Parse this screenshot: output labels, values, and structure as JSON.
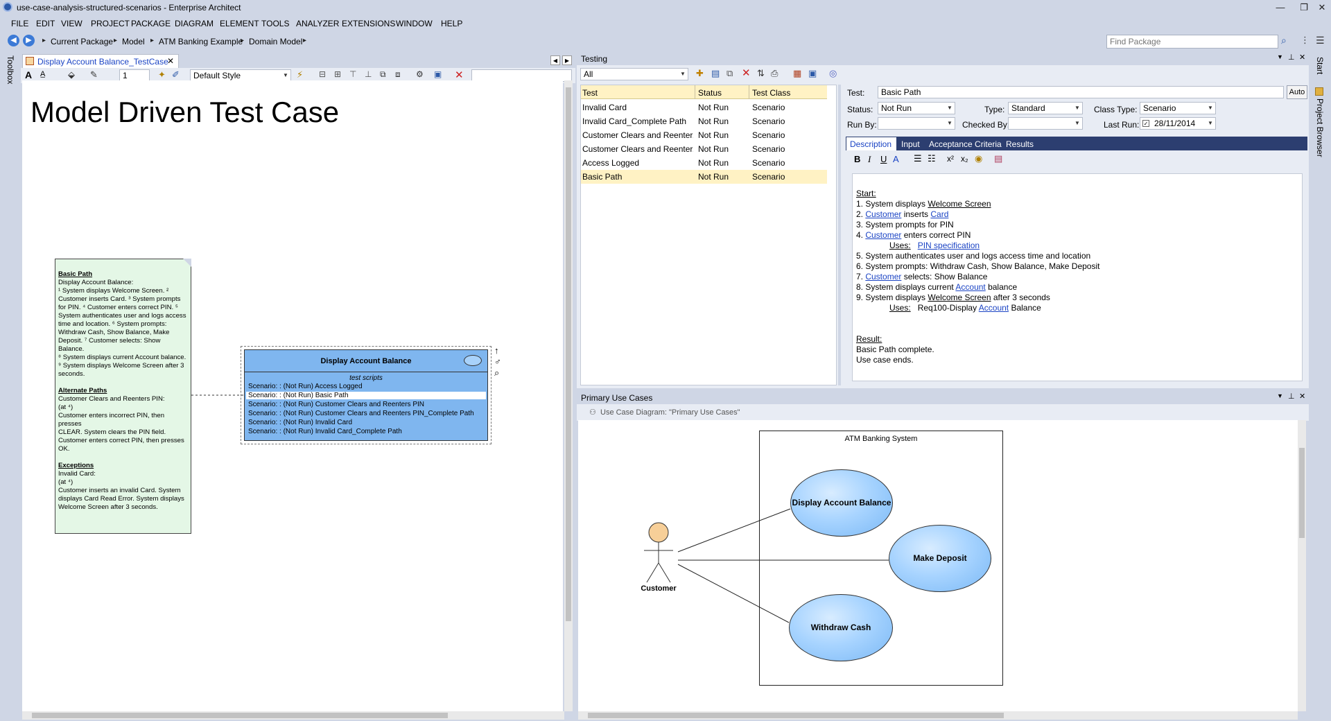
{
  "window": {
    "title": "use-case-analysis-structured-scenarios - Enterprise Architect",
    "minimize_glyph": "—",
    "restore_glyph": "❐",
    "close_glyph": "✕"
  },
  "menu": [
    "FILE",
    "EDIT",
    "VIEW",
    "PROJECT",
    "PACKAGE",
    "DIAGRAM",
    "ELEMENT",
    "TOOLS",
    "ANALYZER",
    "EXTENSIONS",
    "WINDOW",
    "HELP"
  ],
  "breadcrumb": [
    "Current Package",
    "Model",
    "ATM Banking Example",
    "Domain Model"
  ],
  "find_package": {
    "placeholder": "Find Package"
  },
  "side": {
    "toolbox": "Toolbox",
    "start": "Start",
    "project_browser": "Project Browser"
  },
  "diagram": {
    "tab_label": "Display Account Balance_TestCase",
    "zoom_value": "1",
    "style_value": "Default Style",
    "title": "Model Driven Test Case",
    "note": {
      "basic_heading": "Basic Path",
      "basic_text": [
        "Display Account Balance:",
        "¹ System displays Welcome Screen. ²",
        "Customer inserts Card. ³ System prompts",
        "for PIN. ⁴ Customer enters correct PIN. ⁵",
        "System authenticates user and logs access",
        "time and location. ⁶ System prompts:",
        "Withdraw Cash, Show Balance, Make",
        "Deposit. ⁷ Customer selects: Show Balance.",
        "⁸ System displays current Account balance.",
        "⁹ System displays Welcome Screen after 3",
        "seconds."
      ],
      "alternate_heading": "Alternate Paths",
      "alternate_text": [
        "Customer Clears and Reenters PIN:",
        "(at ⁴)",
        "Customer enters incorrect PIN, then presses",
        "CLEAR. System clears the PIN field.",
        "Customer enters correct PIN, then presses",
        "OK."
      ],
      "exceptions_heading": "Exceptions",
      "exceptions_text": [
        "Invalid Card:",
        "(at ⁴)",
        "Customer inserts an invalid Card. System",
        "displays Card Read Error. System displays",
        "Welcome Screen after 3 seconds."
      ]
    },
    "testcase": {
      "name": "Display Account Balance",
      "compartment": "test scripts",
      "scenarios": [
        "Scenario: : (Not Run) Access Logged",
        "Scenario: : (Not Run) Basic Path",
        "Scenario: : (Not Run) Customer Clears and Reenters PIN",
        "Scenario: : (Not Run) Customer Clears and Reenters PIN_Complete Path",
        "Scenario: : (Not Run) Invalid Card",
        "Scenario: : (Not Run) Invalid Card_Complete Path"
      ]
    }
  },
  "testing": {
    "title": "Testing",
    "filter": "All",
    "columns": [
      "Test",
      "Status",
      "Test Class"
    ],
    "rows": [
      [
        "Invalid Card",
        "Not Run",
        "Scenario"
      ],
      [
        "Invalid Card_Complete Path",
        "Not Run",
        "Scenario"
      ],
      [
        "Customer Clears and Reenter...",
        "Not Run",
        "Scenario"
      ],
      [
        "Customer Clears and Reenter...",
        "Not Run",
        "Scenario"
      ],
      [
        "Access Logged",
        "Not Run",
        "Scenario"
      ],
      [
        "Basic Path",
        "Not Run",
        "Scenario"
      ]
    ],
    "form": {
      "test_label": "Test:",
      "test_value": "Basic Path",
      "auto_label": "Auto",
      "status_label": "Status:",
      "status_value": "Not Run",
      "type_label": "Type:",
      "type_value": "Standard",
      "class_type_label": "Class Type:",
      "class_type_value": "Scenario",
      "run_by_label": "Run By:",
      "run_by_value": "",
      "checked_by_label": "Checked By:",
      "checked_by_value": "",
      "last_run_label": "Last Run:",
      "last_run_value": "28/11/2014"
    },
    "tabs": [
      "Description",
      "Input",
      "Acceptance Criteria",
      "Results"
    ],
    "description": {
      "start": "Start:",
      "l1a": "1. System displays ",
      "l1b": "Welcome Screen",
      "l2a": "2. ",
      "l2b": "Customer",
      "l2c": " inserts ",
      "l2d": "Card",
      "l3": "3. System prompts for PIN",
      "l4a": "4. ",
      "l4b": "Customer",
      "l4c": " enters correct PIN",
      "uses1a": "Uses:",
      "uses1b": "PIN specification",
      "l5": "5. System authenticates user and logs access time and location",
      "l6": "6. System prompts: Withdraw Cash, Show Balance, Make Deposit",
      "l7a": "7. ",
      "l7b": "Customer",
      "l7c": " selects: Show Balance",
      "l8a": "8. System displays current ",
      "l8b": "Account",
      "l8c": " balance",
      "l9a": "9. System displays ",
      "l9b": "Welcome Screen",
      "l9c": " after 3 seconds",
      "uses2a": "Uses:",
      "uses2b": "Req100-Display ",
      "uses2c": "Account",
      "uses2d": " Balance",
      "result": "Result:",
      "r1": "Basic Path complete.",
      "r2": "Use case ends."
    }
  },
  "primary_use_cases": {
    "title": "Primary Use Cases",
    "diagram_label": "Use Case Diagram: \"Primary Use Cases\"",
    "boundary": "ATM Banking System",
    "actor": "Customer",
    "use_cases": [
      "Display Account Balance",
      "Make Deposit",
      "Withdraw Cash"
    ]
  }
}
